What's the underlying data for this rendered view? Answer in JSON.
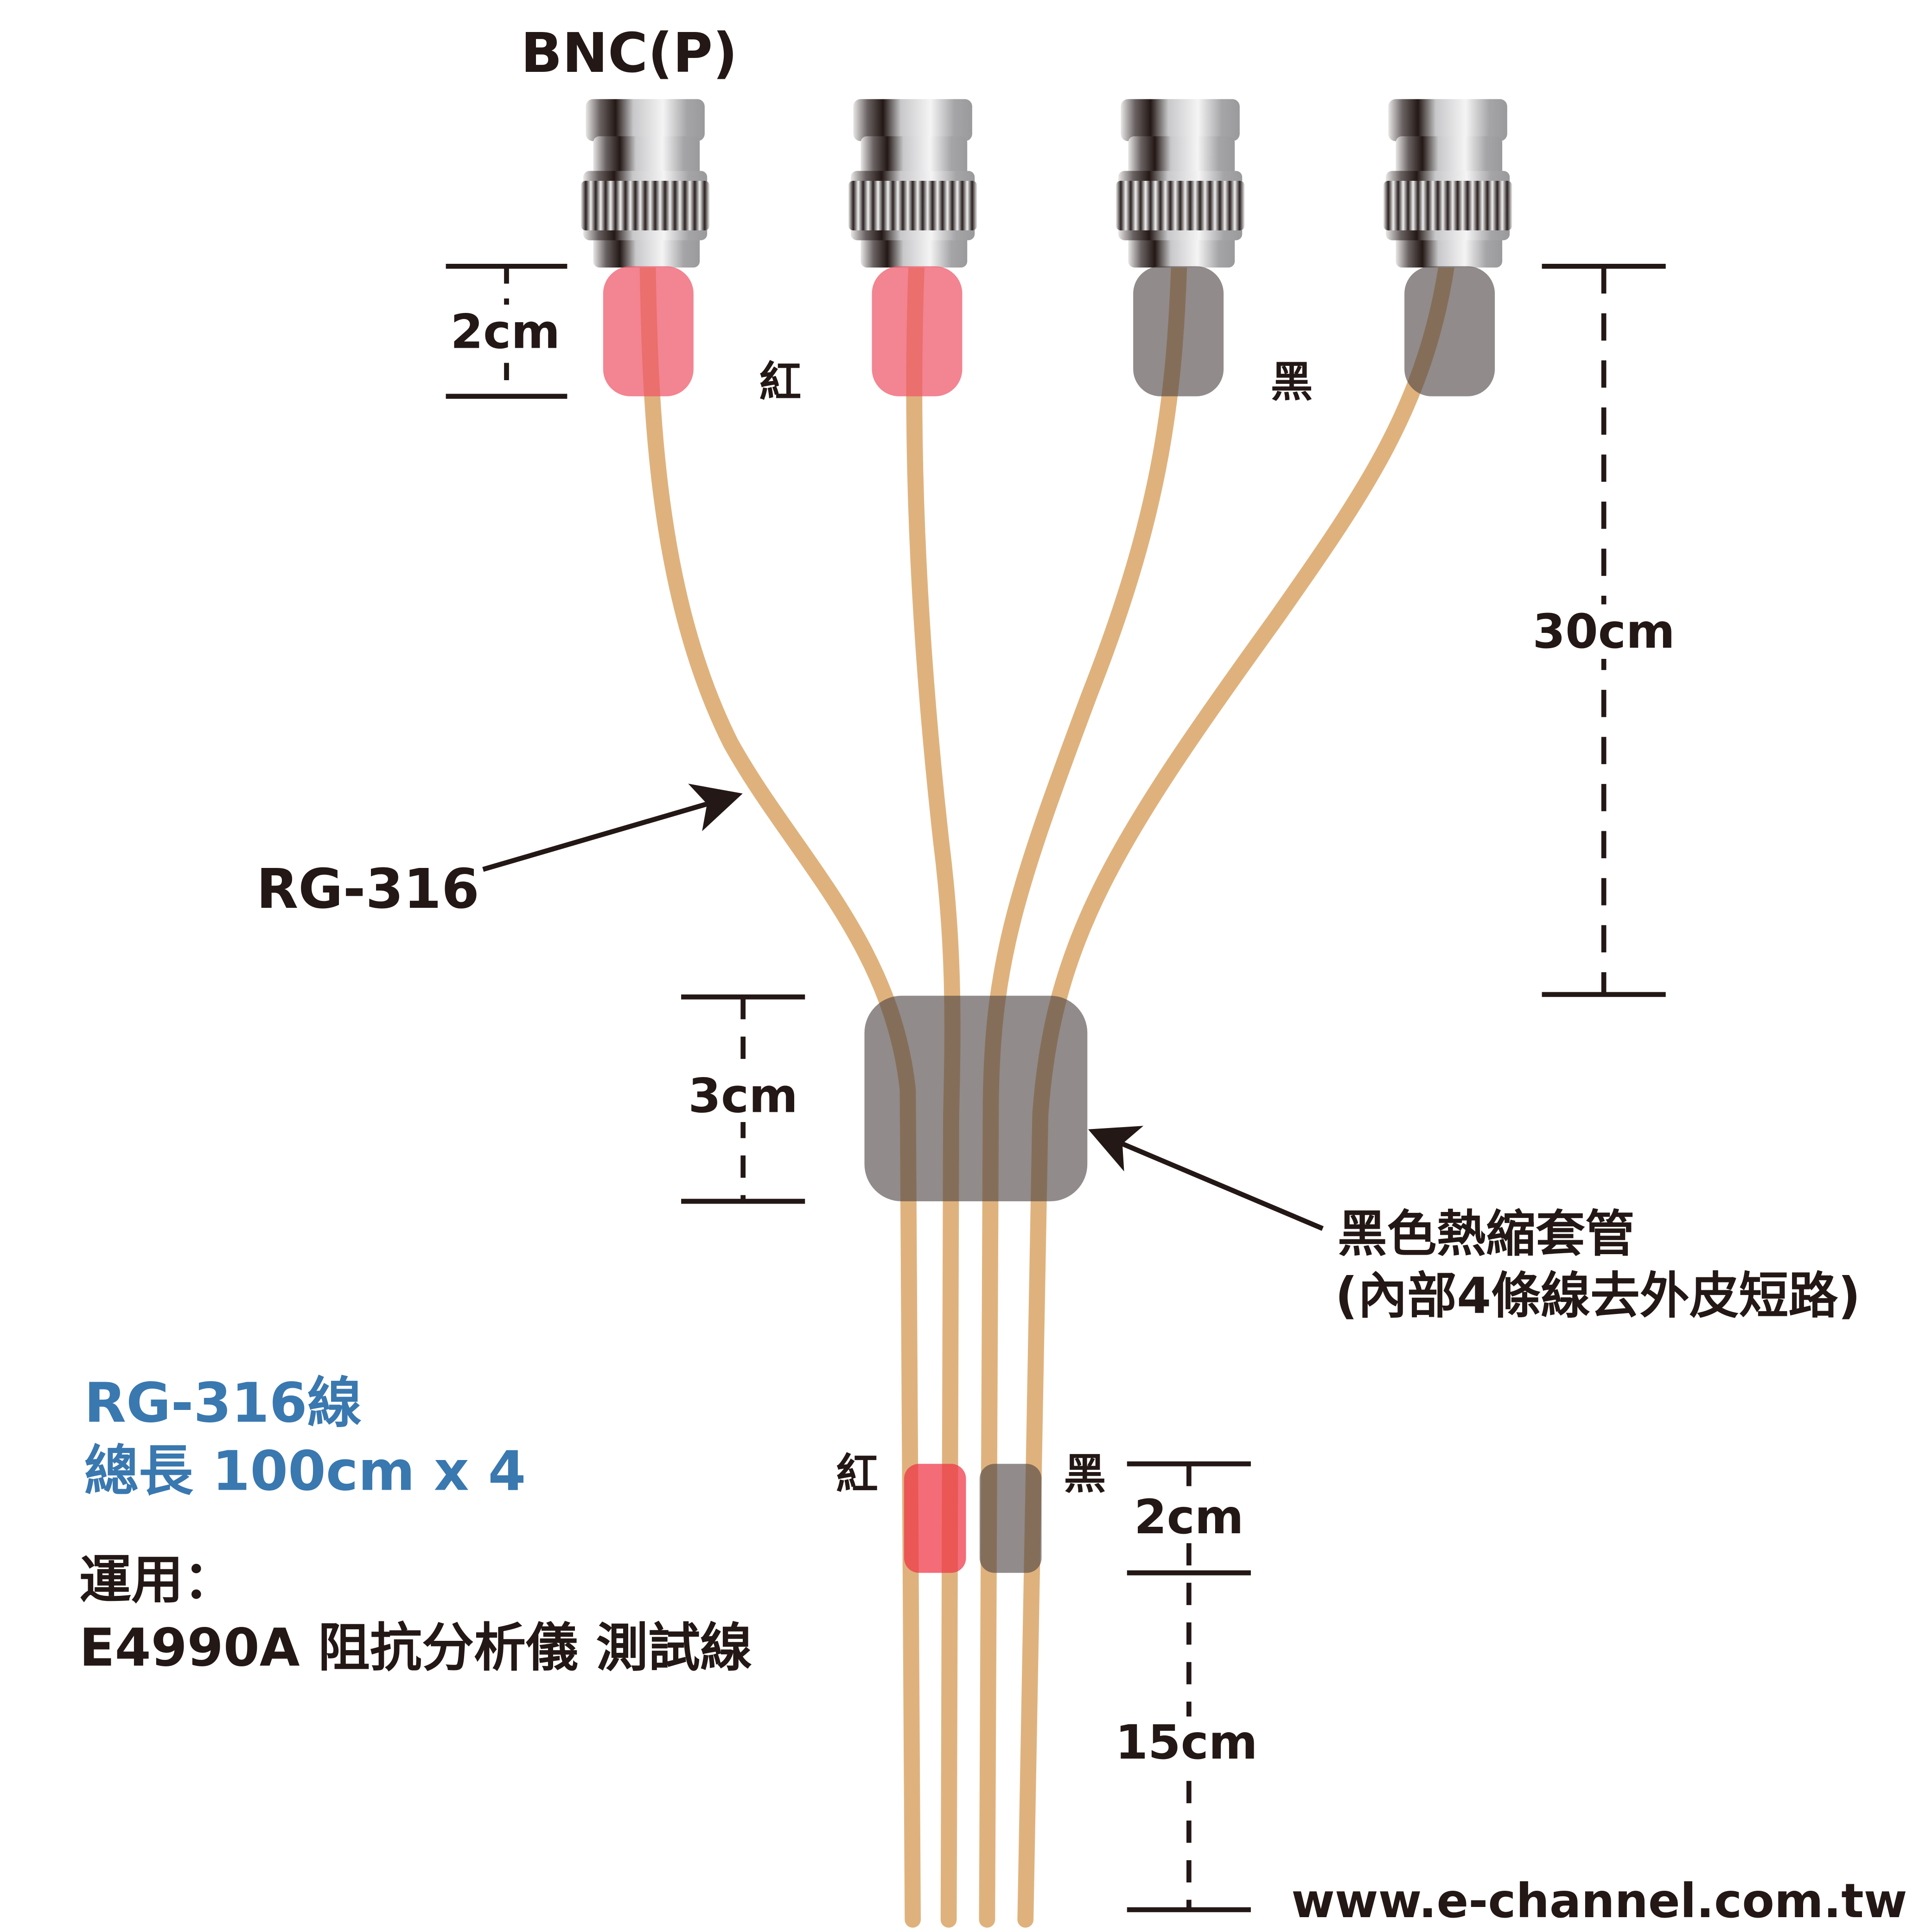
{
  "title": "BNC(P)",
  "connectors": [
    {
      "sleeve": "red"
    },
    {
      "sleeve": "red"
    },
    {
      "sleeve": "black"
    },
    {
      "sleeve": "black"
    }
  ],
  "labels": {
    "red_top": "紅",
    "black_top": "黑",
    "red_bottom": "紅",
    "black_bottom": "黑",
    "cable_type": "RG-316",
    "heatshrink_line1": "黑色熱縮套管",
    "heatshrink_line2": "(內部4條線去外皮短路)"
  },
  "dimensions": {
    "top_sleeve": "2cm",
    "branch_length": "30cm",
    "heatshrink": "3cm",
    "bottom_sleeve": "2cm",
    "bottom_length": "15cm"
  },
  "info": {
    "line1": "RG-316線",
    "line2": "總長 100cm x 4",
    "usage_label": "運用：",
    "usage_text": "E4990A 阻抗分析儀 測試線"
  },
  "website": "www.e-channel.com.tw",
  "colors": {
    "cable": "#dfb27d",
    "red_sleeve": "#ee5566",
    "black_sleeve": "#4e4444",
    "accent_text": "#3a78b0",
    "ink": "#231815"
  }
}
